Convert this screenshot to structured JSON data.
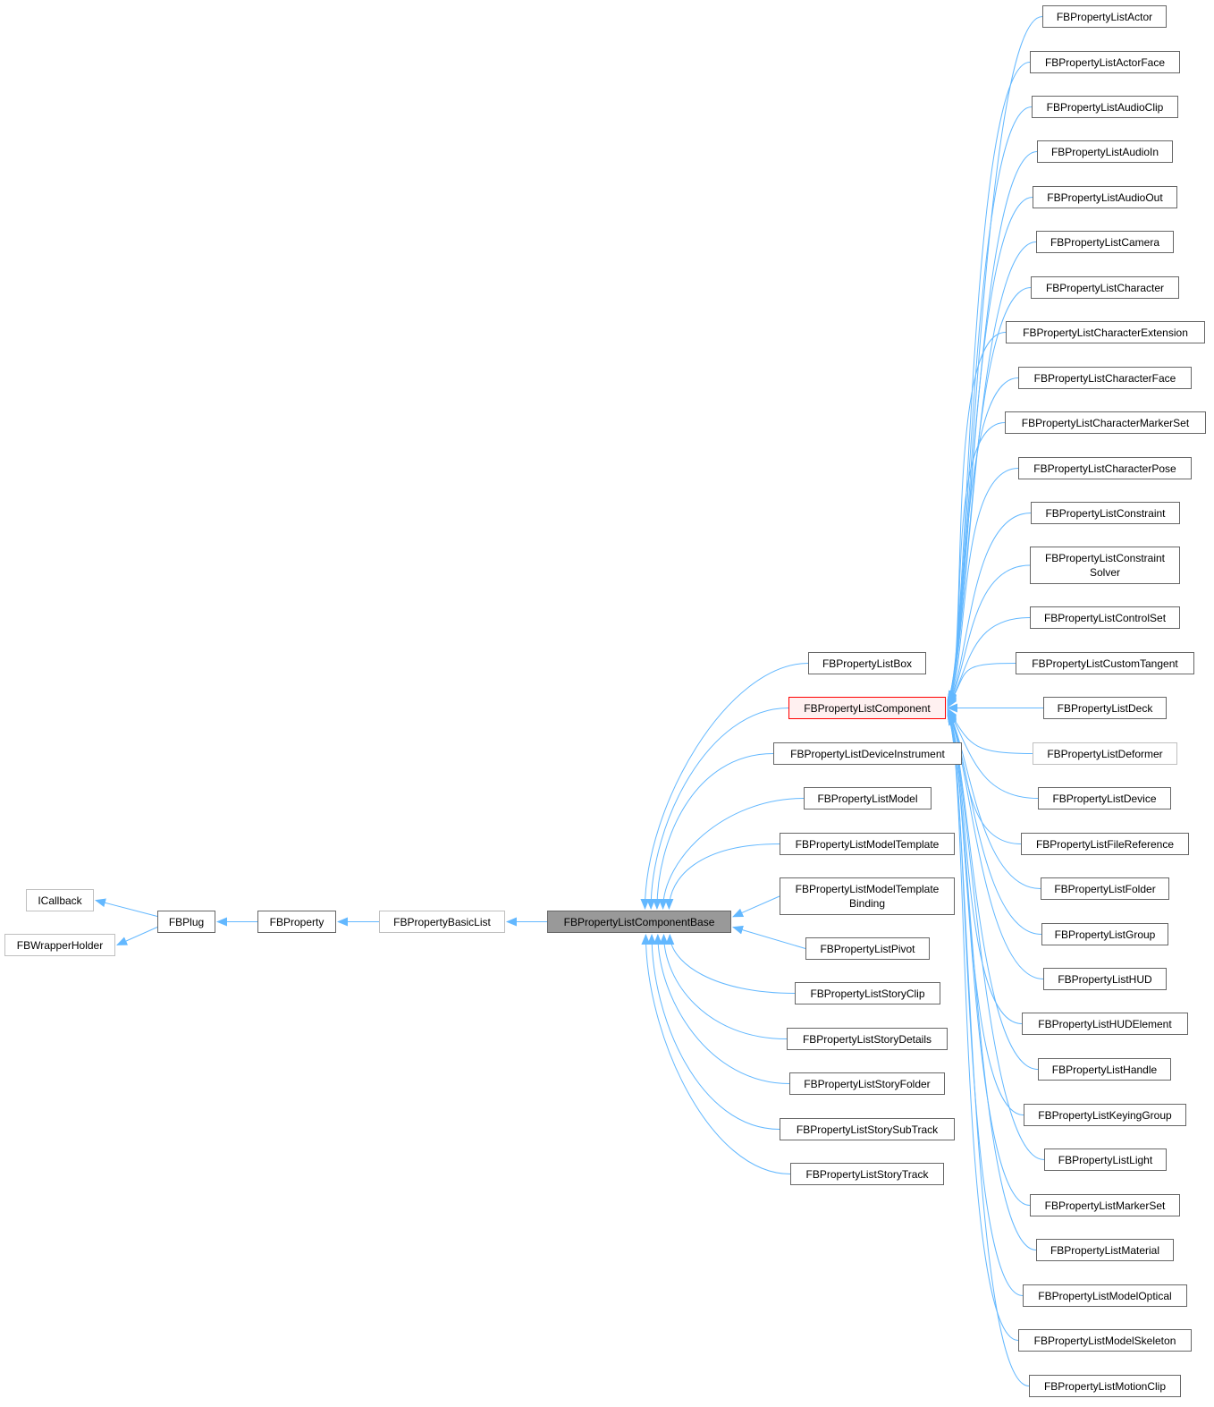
{
  "diagram": {
    "edge_color": "#63b8ff",
    "nodes": [
      {
        "label": "ICallback",
        "kind": "light",
        "parents": []
      },
      {
        "label": "FBWrapperHolder",
        "kind": "light",
        "parents": []
      },
      {
        "label": "FBPlug",
        "kind": "normal",
        "parents": [
          0,
          1
        ]
      },
      {
        "label": "FBProperty",
        "kind": "normal",
        "parents": [
          2
        ]
      },
      {
        "label": "FBPropertyBasicList",
        "kind": "light",
        "parents": [
          3
        ]
      },
      {
        "label": "FBPropertyListComponentBase",
        "kind": "current",
        "parents": [
          4
        ]
      },
      {
        "label": "FBPropertyListBox",
        "kind": "normal",
        "parents": [
          5
        ]
      },
      {
        "label": "FBPropertyListComponent",
        "kind": "highlight",
        "parents": [
          5
        ]
      },
      {
        "label": "FBPropertyListDeviceInstrument",
        "kind": "normal",
        "parents": [
          5
        ]
      },
      {
        "label": "FBPropertyListModel",
        "kind": "normal",
        "parents": [
          5
        ]
      },
      {
        "label": "FBPropertyListModelTemplate",
        "kind": "normal",
        "parents": [
          5
        ]
      },
      {
        "label": "FBPropertyListModelTemplate\nBinding",
        "kind": "normal",
        "parents": [
          5
        ]
      },
      {
        "label": "FBPropertyListPivot",
        "kind": "normal",
        "parents": [
          5
        ]
      },
      {
        "label": "FBPropertyListStoryClip",
        "kind": "normal",
        "parents": [
          5
        ]
      },
      {
        "label": "FBPropertyListStoryDetails",
        "kind": "normal",
        "parents": [
          5
        ]
      },
      {
        "label": "FBPropertyListStoryFolder",
        "kind": "normal",
        "parents": [
          5
        ]
      },
      {
        "label": "FBPropertyListStorySubTrack",
        "kind": "normal",
        "parents": [
          5
        ]
      },
      {
        "label": "FBPropertyListStoryTrack",
        "kind": "normal",
        "parents": [
          5
        ]
      },
      {
        "label": "FBPropertyListActor",
        "kind": "normal",
        "parents": [
          7
        ]
      },
      {
        "label": "FBPropertyListActorFace",
        "kind": "normal",
        "parents": [
          7
        ]
      },
      {
        "label": "FBPropertyListAudioClip",
        "kind": "normal",
        "parents": [
          7
        ]
      },
      {
        "label": "FBPropertyListAudioIn",
        "kind": "normal",
        "parents": [
          7
        ]
      },
      {
        "label": "FBPropertyListAudioOut",
        "kind": "normal",
        "parents": [
          7
        ]
      },
      {
        "label": "FBPropertyListCamera",
        "kind": "normal",
        "parents": [
          7
        ]
      },
      {
        "label": "FBPropertyListCharacter",
        "kind": "normal",
        "parents": [
          7
        ]
      },
      {
        "label": "FBPropertyListCharacterExtension",
        "kind": "normal",
        "parents": [
          7
        ]
      },
      {
        "label": "FBPropertyListCharacterFace",
        "kind": "normal",
        "parents": [
          7
        ]
      },
      {
        "label": "FBPropertyListCharacterMarkerSet",
        "kind": "normal",
        "parents": [
          7
        ]
      },
      {
        "label": "FBPropertyListCharacterPose",
        "kind": "normal",
        "parents": [
          7
        ]
      },
      {
        "label": "FBPropertyListConstraint",
        "kind": "normal",
        "parents": [
          7
        ]
      },
      {
        "label": "FBPropertyListConstraint\nSolver",
        "kind": "normal",
        "parents": [
          7
        ]
      },
      {
        "label": "FBPropertyListControlSet",
        "kind": "normal",
        "parents": [
          7
        ]
      },
      {
        "label": "FBPropertyListCustomTangent",
        "kind": "normal",
        "parents": [
          7
        ]
      },
      {
        "label": "FBPropertyListDeck",
        "kind": "normal",
        "parents": [
          7
        ]
      },
      {
        "label": "FBPropertyListDeformer",
        "kind": "light",
        "parents": [
          7
        ]
      },
      {
        "label": "FBPropertyListDevice",
        "kind": "normal",
        "parents": [
          7
        ]
      },
      {
        "label": "FBPropertyListFileReference",
        "kind": "normal",
        "parents": [
          7
        ]
      },
      {
        "label": "FBPropertyListFolder",
        "kind": "normal",
        "parents": [
          7
        ]
      },
      {
        "label": "FBPropertyListGroup",
        "kind": "normal",
        "parents": [
          7
        ]
      },
      {
        "label": "FBPropertyListHUD",
        "kind": "normal",
        "parents": [
          7
        ]
      },
      {
        "label": "FBPropertyListHUDElement",
        "kind": "normal",
        "parents": [
          7
        ]
      },
      {
        "label": "FBPropertyListHandle",
        "kind": "normal",
        "parents": [
          7
        ]
      },
      {
        "label": "FBPropertyListKeyingGroup",
        "kind": "normal",
        "parents": [
          7
        ]
      },
      {
        "label": "FBPropertyListLight",
        "kind": "normal",
        "parents": [
          7
        ]
      },
      {
        "label": "FBPropertyListMarkerSet",
        "kind": "normal",
        "parents": [
          7
        ]
      },
      {
        "label": "FBPropertyListMaterial",
        "kind": "normal",
        "parents": [
          7
        ]
      },
      {
        "label": "FBPropertyListModelOptical",
        "kind": "normal",
        "parents": [
          7
        ]
      },
      {
        "label": "FBPropertyListModelSkeleton",
        "kind": "normal",
        "parents": [
          7
        ]
      },
      {
        "label": "FBPropertyListMotionClip",
        "kind": "normal",
        "parents": [
          7
        ]
      }
    ]
  }
}
